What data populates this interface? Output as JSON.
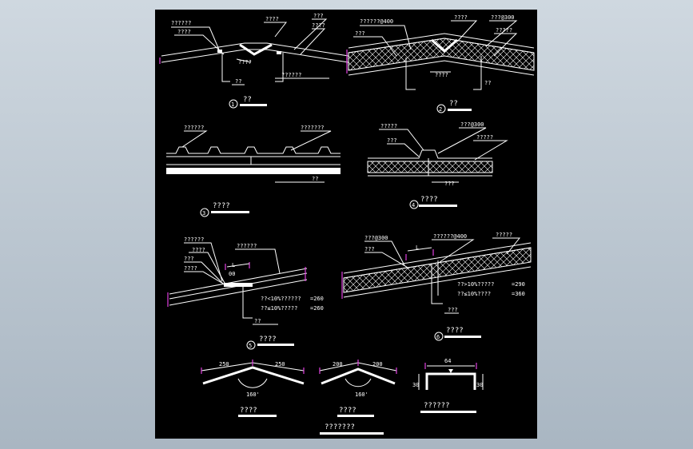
{
  "colors": {
    "background": "#b4c0cc",
    "sheet": "#000000",
    "lines": "#ffffff",
    "markers": "#e040e0"
  },
  "panel1": {
    "labels": [
      "??????",
      "????",
      "????",
      "???",
      "????",
      "????",
      "??????",
      "??"
    ],
    "num": "1",
    "title": "??"
  },
  "panel2": {
    "labels": [
      "??????@400",
      "????",
      "???@300",
      "???",
      "?????",
      "????",
      "??"
    ],
    "num": "2",
    "title": "??"
  },
  "panel3": {
    "labels": [
      "??????",
      "???????",
      "??"
    ],
    "num": "3",
    "title": "????"
  },
  "panel4": {
    "labels": [
      "?????",
      "???@300",
      "???",
      "?????",
      "???"
    ],
    "num": "4",
    "title": "????"
  },
  "panel5": {
    "labels": [
      "??????",
      "??????",
      "????",
      "???",
      "????",
      "L",
      "00",
      "??"
    ],
    "rows": [
      {
        "text": "??<10%??????",
        "val": "=260"
      },
      {
        "text": "??≤10%?????",
        "val": "=260"
      }
    ],
    "num": "5",
    "title": "????"
  },
  "panel6": {
    "labels": [
      "???@300",
      "??????@400",
      "?????",
      "???",
      "L",
      "???"
    ],
    "rows": [
      {
        "text": "??>10%?????",
        "val": "=290"
      },
      {
        "text": "??≤10%????",
        "val": "=360"
      }
    ],
    "num": "6",
    "title": "????"
  },
  "detail1": {
    "dims": [
      "250",
      "250"
    ],
    "angle": "160'",
    "title": "????"
  },
  "detail2": {
    "dims": [
      "200",
      "200"
    ],
    "angle": "160'",
    "title": "????"
  },
  "detail3": {
    "dims": [
      "64",
      "30",
      "30"
    ],
    "title": "??????"
  },
  "sheet_title": "???????"
}
